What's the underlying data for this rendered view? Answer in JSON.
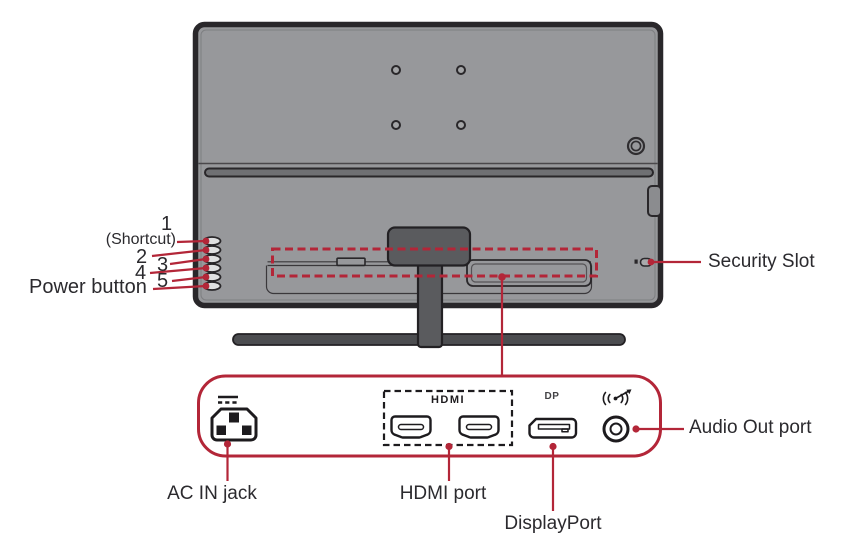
{
  "figure": {
    "description": "Rear view diagram of a monitor with I/O port callouts",
    "labels": {
      "button1": "1",
      "shortcut": "(Shortcut)",
      "button2": "2",
      "button3": "3",
      "button4": "4",
      "button5": "5",
      "power_button": "Power button",
      "security_slot": "Security Slot",
      "ac_in_jack": "AC IN jack",
      "hdmi_port": "HDMI port",
      "displayport": "DisplayPort",
      "audio_out_port": "Audio Out port"
    },
    "port_panel": {
      "hdmi_logo": "HDMI",
      "dp_label": "DP"
    },
    "icons": {
      "dc_power_symbol": "solid bar over dashed bar (DC)",
      "ac_inlet_icon": "IEC C14 power inlet",
      "hdmi_connector_icon": "HDMI type-A connector",
      "displayport_connector_icon": "DisplayPort connector",
      "audio_out_symbol_icon": "sound waves with arrow",
      "audio_jack_icon": "3.5mm jack (double circle)"
    }
  },
  "colors": {
    "accent_red": "#b32638",
    "label_dark": "#2b2a2e",
    "monitor_gray": "#97989b",
    "monitor_outline": "#29272a",
    "stand_gray": "#5a5b5e"
  }
}
